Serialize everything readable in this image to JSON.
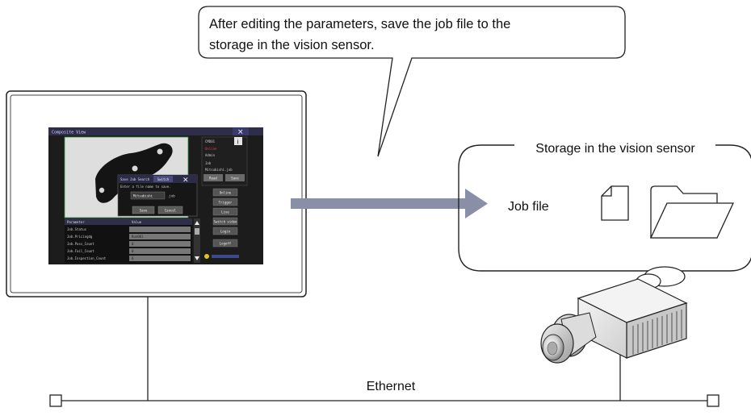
{
  "callout": {
    "line1": "After editing the parameters, save the job file to the",
    "line2": "storage in the vision sensor."
  },
  "storage": {
    "title": "Storage in the vision sensor",
    "job_label": "Job file",
    "icons": [
      "document-icon",
      "folder-icon"
    ]
  },
  "network": {
    "label": "Ethernet"
  },
  "hmi": {
    "title": "Composite View",
    "dialog": {
      "title": "Save Job Search",
      "tab": "Switch",
      "prompt": "Enter a file name to save.",
      "filename": "Mitsubishi",
      "extension": ".job",
      "save_label": "Save",
      "cancel_label": "Cancel"
    },
    "table": {
      "headers": [
        "Parameter",
        "Value"
      ],
      "rows": [
        {
          "param": "Job.Status",
          "value": ""
        },
        {
          "param": "Job.Pricingdg",
          "value": "Run001"
        },
        {
          "param": "Job.Pass_Count",
          "value": "0"
        },
        {
          "param": "Job.Fail_Count",
          "value": "0"
        },
        {
          "param": "Job.Inspection_Count",
          "value": "0"
        }
      ]
    },
    "side_info": {
      "lines": [
        "CMD01",
        "Online",
        "Admin",
        "Job",
        "Mitsubishi.job"
      ]
    },
    "side_buttons": [
      "Online",
      "Trigger",
      "Live",
      "Switch video",
      "Login",
      "Logoff"
    ],
    "small_buttons": [
      "Read",
      "Save"
    ]
  },
  "colors": {
    "arrow": "#8a8fa8",
    "hmi_bg": "#1c1c1c",
    "hmi_dark": "#2a2a2a",
    "hmi_accent": "#3a3a5a",
    "stroke": "#222222"
  }
}
